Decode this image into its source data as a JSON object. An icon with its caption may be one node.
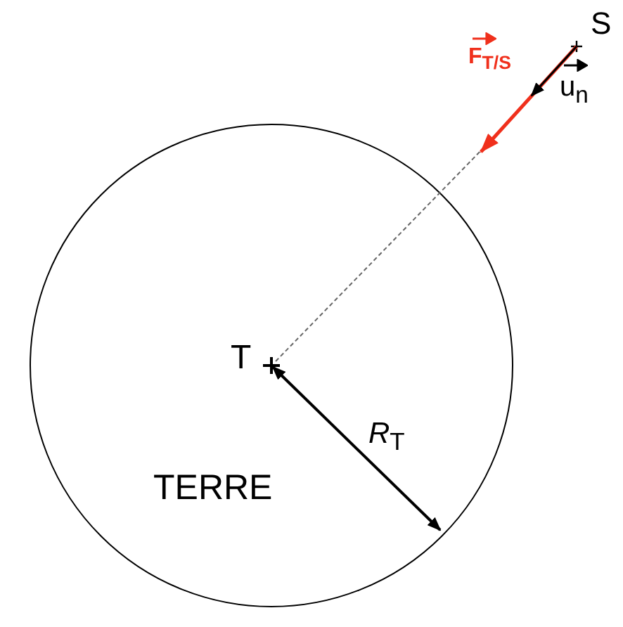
{
  "diagram": {
    "nodes": [
      {
        "text": [
          "TERRE"
        ]
      }
    ],
    "labels": [
      "S",
      "F$_{T/S}$",
      "u$_{n}$",
      "T",
      "*R*$_{T}$"
    ]
  }
}
